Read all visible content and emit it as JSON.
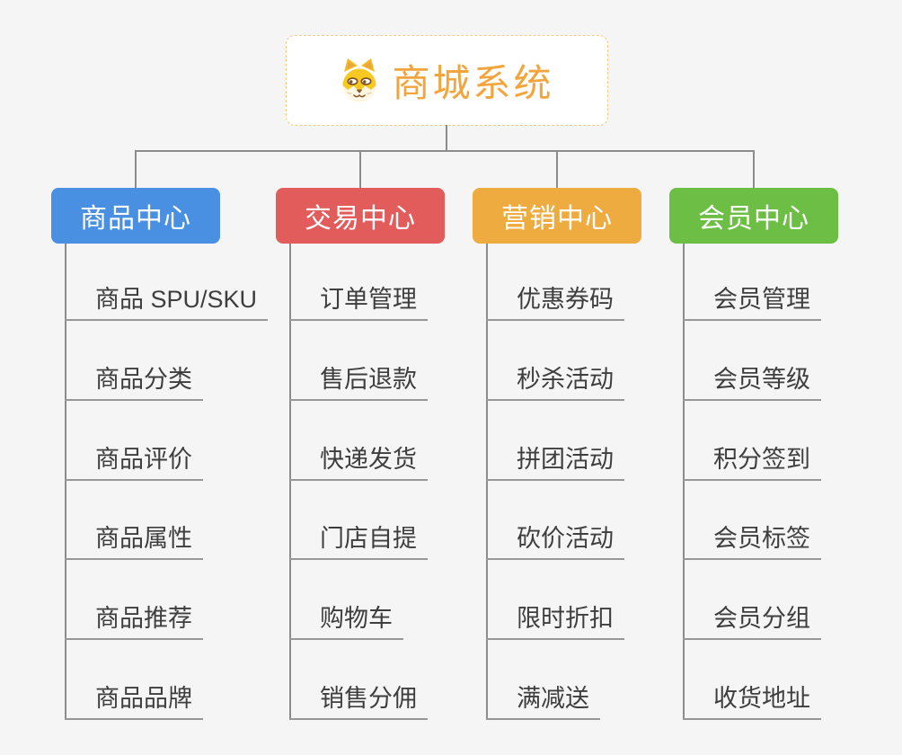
{
  "root": {
    "title": "商城系统",
    "title_color": "#f2a43d",
    "border_color": "#f3c983",
    "icon": "doge-icon"
  },
  "branches": [
    {
      "label": "商品中心",
      "color": "#4a90e2",
      "children": [
        "商品 SPU/SKU",
        "商品分类",
        "商品评价",
        "商品属性",
        "商品推荐",
        "商品品牌"
      ]
    },
    {
      "label": "交易中心",
      "color": "#e25c5c",
      "children": [
        "订单管理",
        "售后退款",
        "快递发货",
        "门店自提",
        "购物车",
        "销售分佣"
      ]
    },
    {
      "label": "营销中心",
      "color": "#eeac40",
      "children": [
        "优惠券码",
        "秒杀活动",
        "拼团活动",
        "砍价活动",
        "限时折扣",
        "满减送"
      ]
    },
    {
      "label": "会员中心",
      "color": "#6dbe45",
      "children": [
        "会员管理",
        "会员等级",
        "积分签到",
        "会员标签",
        "会员分组",
        "收货地址"
      ]
    }
  ],
  "connector_color": "#8c8c8c",
  "underline_color": "#979797",
  "background_color": "#f5f5f5"
}
